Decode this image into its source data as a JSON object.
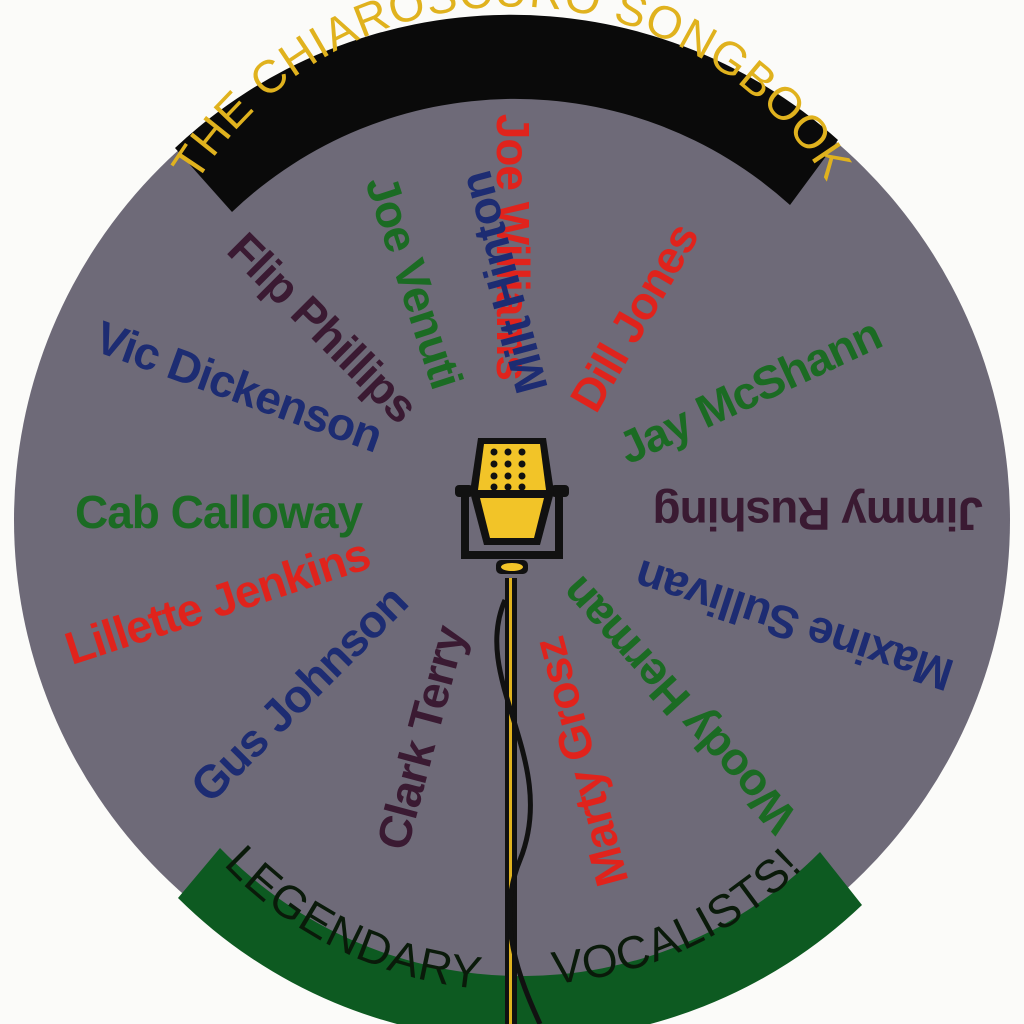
{
  "title_banner": {
    "text": "THE CHIAROSCURO SONGBOOK",
    "bg": "#0a0a0a",
    "color": "#e0b21e"
  },
  "subtitle_banner": {
    "text_left": "LEGENDARY",
    "text_right": "VOCALISTS!",
    "bg": "#0d5a21",
    "color": "#0a1a0a"
  },
  "disc": {
    "fill": "#6e6a78"
  },
  "microphone": {
    "body_color": "#f2c428",
    "outline": "#111111"
  },
  "artists": [
    {
      "name": "Joe Williams",
      "color": "#e0231c"
    },
    {
      "name": "Milt Hinton",
      "color": "#1d2c72"
    },
    {
      "name": "Dill Jones",
      "color": "#e0231c"
    },
    {
      "name": "Jay McShann",
      "color": "#1b6b23"
    },
    {
      "name": "Jimmy Rushing",
      "color": "#3a1a32"
    },
    {
      "name": "Maxine Sullivan",
      "color": "#1d2c72"
    },
    {
      "name": "Woody Herman",
      "color": "#1b6b23"
    },
    {
      "name": "Marty Grosz",
      "color": "#e0231c"
    },
    {
      "name": "Clark Terry",
      "color": "#3a1a32"
    },
    {
      "name": "Gus Johnson",
      "color": "#1d2c72"
    },
    {
      "name": "Lillette Jenkins",
      "color": "#e0231c"
    },
    {
      "name": "Cab Calloway",
      "color": "#1b6b23"
    },
    {
      "name": "Vic Dickenson",
      "color": "#1d2c72"
    },
    {
      "name": "Flip Phillips",
      "color": "#3a1a32"
    },
    {
      "name": "Joe Venuti",
      "color": "#1b6b23"
    }
  ]
}
